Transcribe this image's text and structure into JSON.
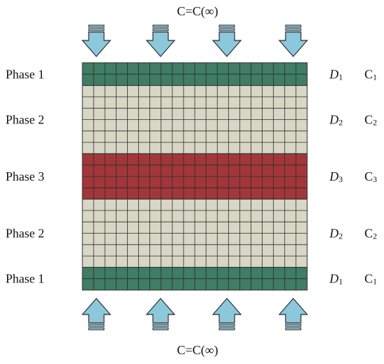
{
  "top_condition": "C=C(∞)",
  "bottom_condition": "C=C(∞)",
  "grid": {
    "columns": 20
  },
  "colors": {
    "phase1": "#3f7d64",
    "phase2": "#d8d6c4",
    "phase3": "#a1373a",
    "grid_line": "#2b2b2b",
    "arrow_fill": "#8cc8dc",
    "arrow_stroke": "#2b2b2b"
  },
  "layers": [
    {
      "phase": "Phase 1",
      "rows": 2,
      "fill": "phase1",
      "d_base": "D",
      "d_sub": "1",
      "c_base": "C",
      "c_sub": "1"
    },
    {
      "phase": "Phase 2",
      "rows": 6,
      "fill": "phase2",
      "d_base": "D",
      "d_sub": "2",
      "c_base": "C",
      "c_sub": "2"
    },
    {
      "phase": "Phase 3",
      "rows": 4,
      "fill": "phase3",
      "d_base": "D",
      "d_sub": "3",
      "c_base": "C",
      "c_sub": "3"
    },
    {
      "phase": "Phase 2",
      "rows": 6,
      "fill": "phase2",
      "d_base": "D",
      "d_sub": "2",
      "c_base": "C",
      "c_sub": "2"
    },
    {
      "phase": "Phase 1",
      "rows": 2,
      "fill": "phase1",
      "d_base": "D",
      "d_sub": "1",
      "c_base": "C",
      "c_sub": "1"
    }
  ],
  "arrows": {
    "top": {
      "count": 4,
      "direction": "down"
    },
    "bottom": {
      "count": 4,
      "direction": "up"
    }
  }
}
